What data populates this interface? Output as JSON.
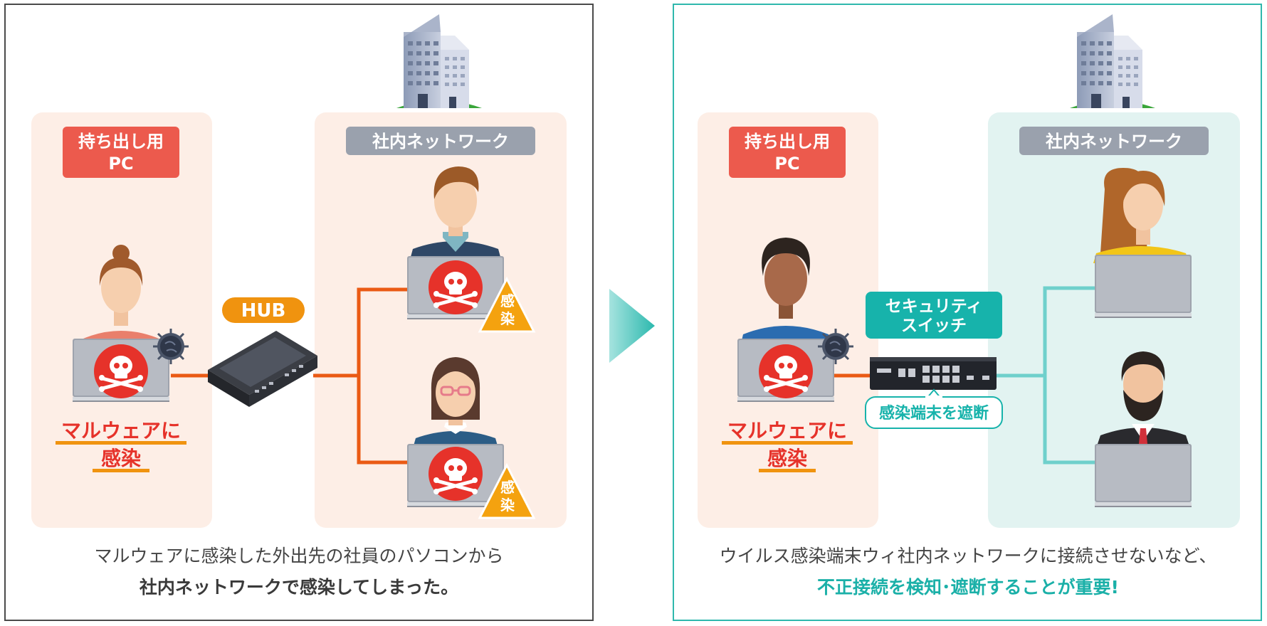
{
  "colors": {
    "left_frame": "#4a4a4a",
    "right_frame": "#2fb8ad",
    "zone_peach": "#fdeee6",
    "zone_teal": "#e2f3f1",
    "label_red": "#ec5a4d",
    "label_gray": "#9aa1ad",
    "hub_orange": "#f0930f",
    "wire_orange": "#ea5a14",
    "wire_teal": "#6fd0cc",
    "switch_teal": "#17b3ab",
    "malware_red": "#e6322a",
    "warning_orange": "#f4a20f",
    "highlight_teal": "#1bb0a8"
  },
  "left": {
    "pc_label_line1": "持ち出し用",
    "pc_label_line2": "PC",
    "network_label": "社内ネットワーク",
    "hub_label": "HUB",
    "malware_line1": "マルウェアに",
    "malware_line2": "感染",
    "warn_char1": "感",
    "warn_char2": "染",
    "caption_line1": "マルウェアに感染した外出先の社員のパソコンから",
    "caption_line2": "社内ネットワークで感染してしまった。"
  },
  "right": {
    "pc_label_line1": "持ち出し用",
    "pc_label_line2": "PC",
    "network_label": "社内ネットワーク",
    "switch_label_line1": "セキュリティ",
    "switch_label_line2": "スイッチ",
    "block_label": "感染端末を遮断",
    "malware_line1": "マルウェアに",
    "malware_line2": "感染",
    "caption_line1": "ウイルス感染端末ウィ社内ネットワークに接続させないなど、",
    "caption_line2": "不正接続を検知･遮断することが重要!"
  },
  "icons": [
    "building-icon",
    "person-icon",
    "laptop-icon",
    "skull-icon",
    "virus-icon",
    "hub-device-icon",
    "security-switch-icon",
    "warning-triangle-icon",
    "arrow-right-icon"
  ]
}
